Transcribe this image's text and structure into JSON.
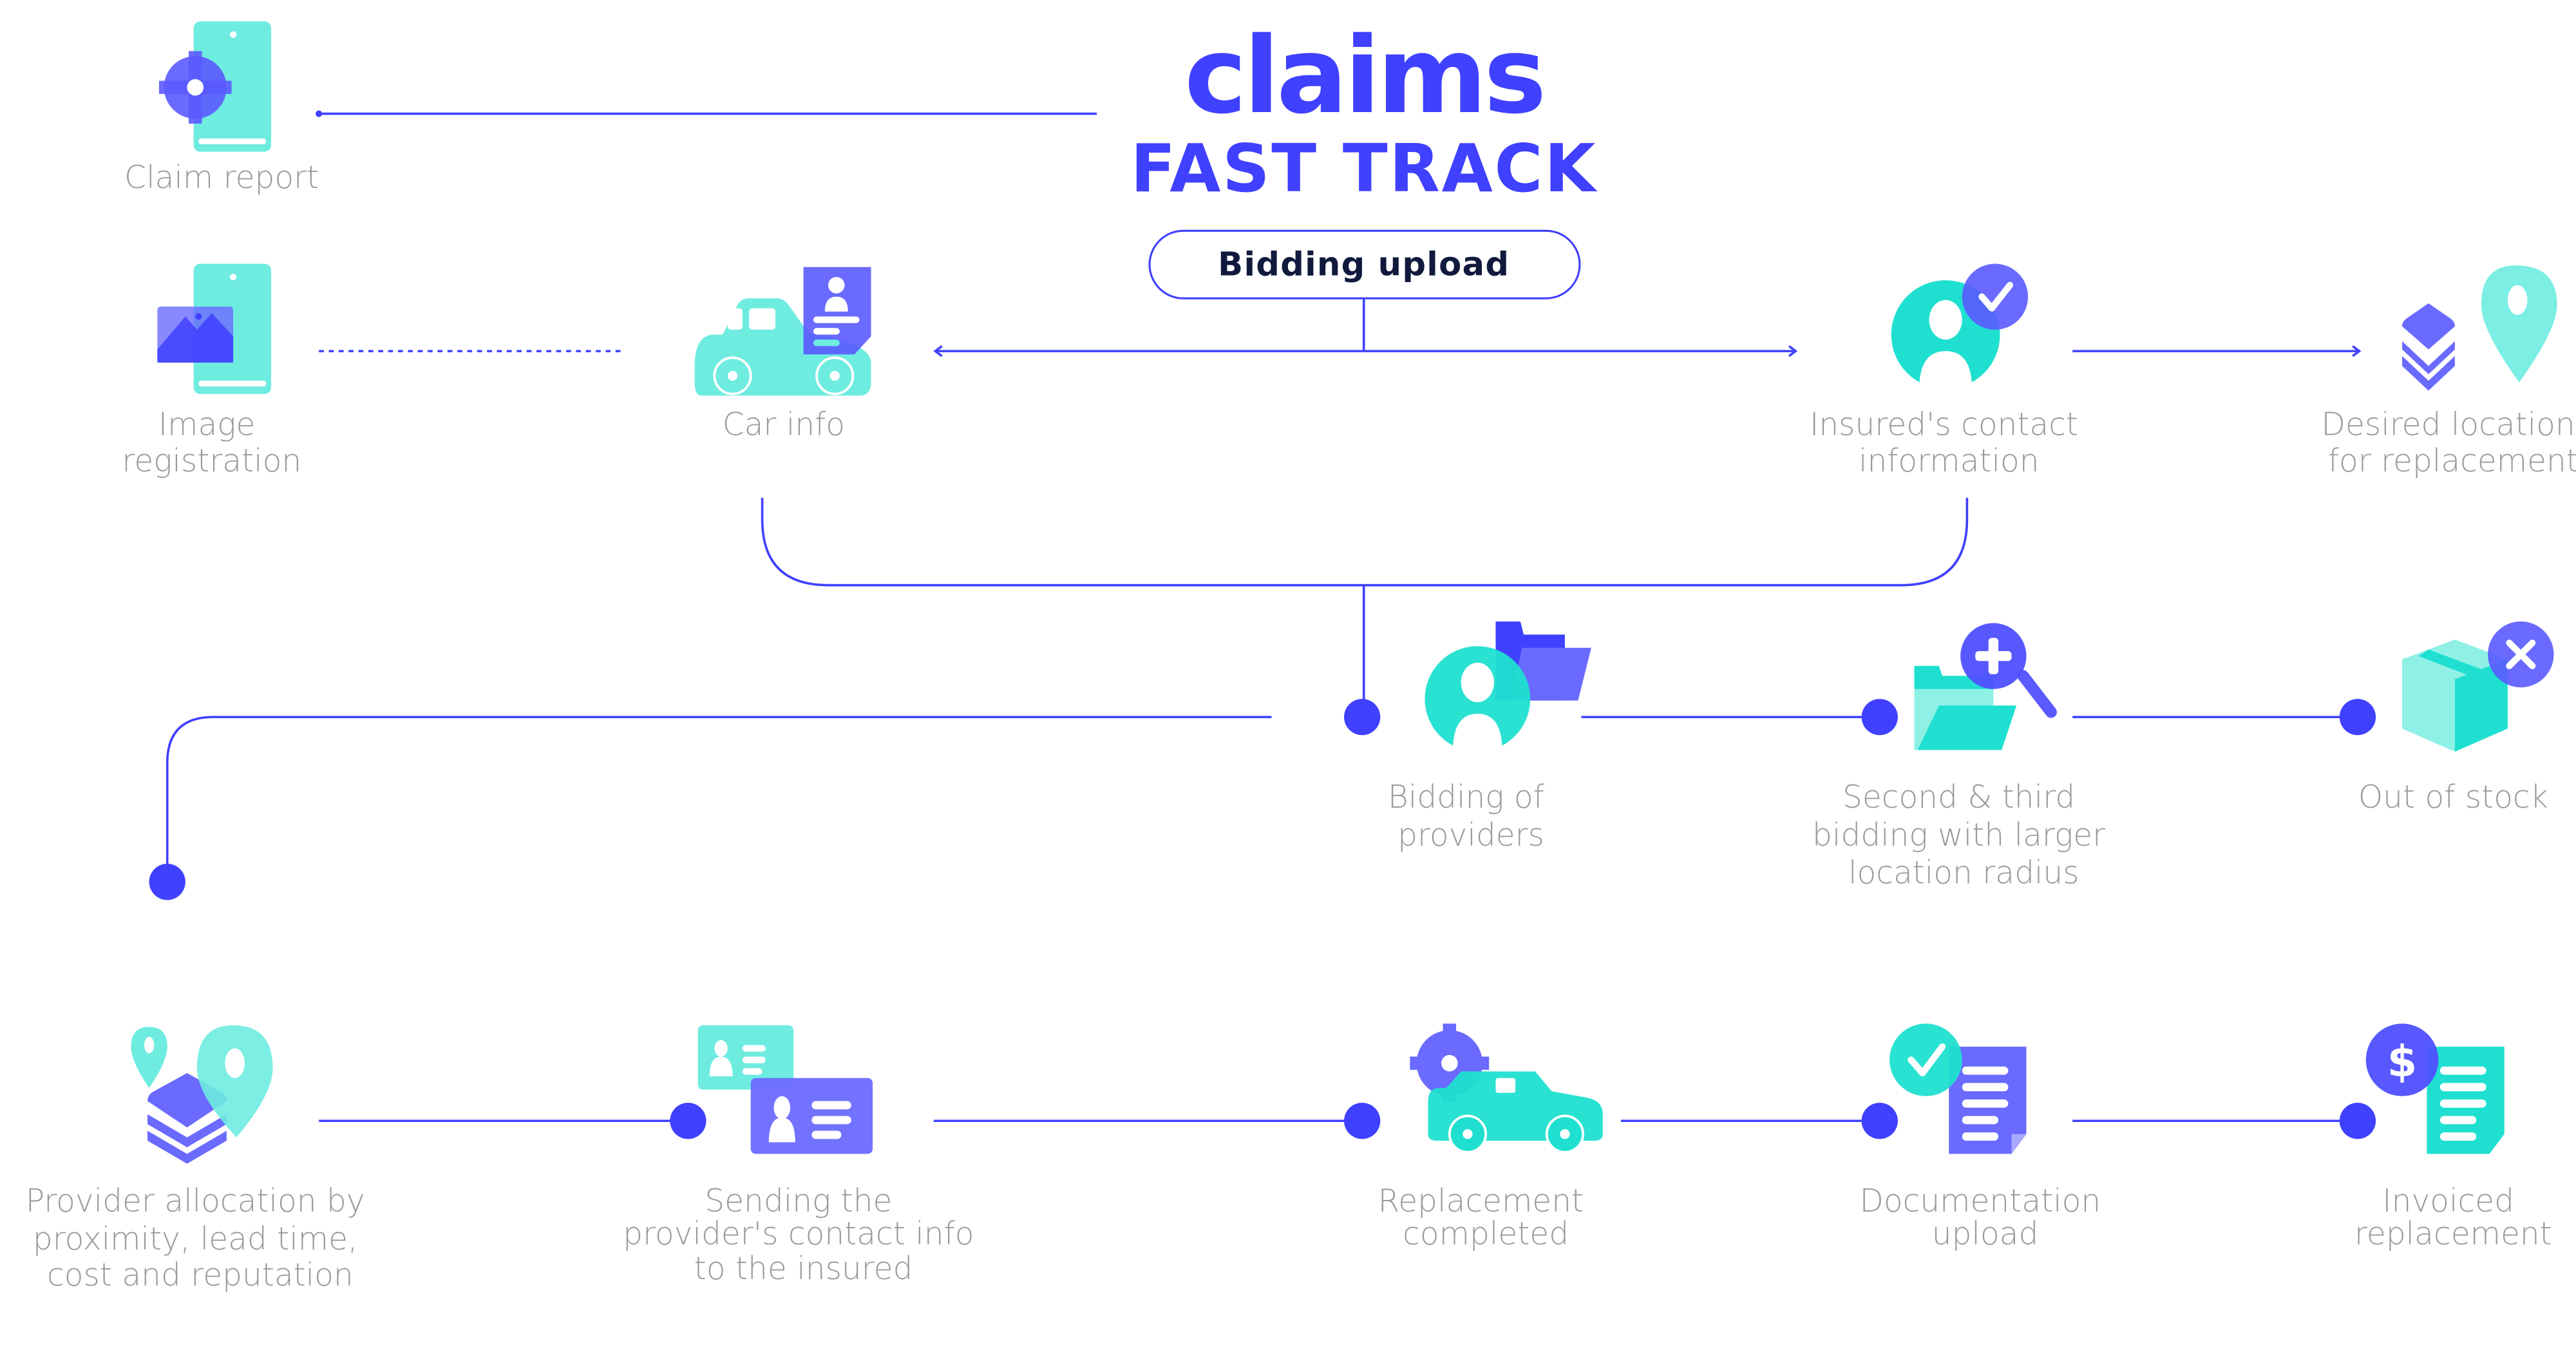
{
  "logo": {
    "line1": "claims",
    "line2": "FAST TRACK"
  },
  "stage_label": "Bidding upload",
  "colors": {
    "accent": "#4040ff",
    "teal": "#1fe0d0",
    "dark": "#0f1a3c",
    "label_gray": "#9a9a9a"
  },
  "nodes": {
    "claim_report": {
      "lines": [
        "Claim report"
      ],
      "icon": "phone-gear-icon"
    },
    "image_registration": {
      "lines": [
        "Image",
        "registration"
      ],
      "icon": "phone-image-icon"
    },
    "car_info": {
      "lines": [
        "Car info"
      ],
      "icon": "car-document-icon"
    },
    "insured_contact": {
      "lines": [
        "Insured's contact",
        "information"
      ],
      "icon": "user-check-icon"
    },
    "desired_location": {
      "lines": [
        "Desired location",
        "for replacement"
      ],
      "icon": "layers-location-icon"
    },
    "bidding_providers": {
      "lines": [
        "Bidding of",
        "providers"
      ],
      "icon": "user-folder-icon"
    },
    "second_third_bidding": {
      "lines": [
        "Second & third",
        "bidding with larger",
        "location radius"
      ],
      "icon": "folder-search-plus-icon"
    },
    "out_of_stock": {
      "lines": [
        "Out of stock"
      ],
      "icon": "box-x-icon"
    },
    "provider_allocation": {
      "lines": [
        "Provider allocation by",
        "proximity, lead time,",
        "cost and reputation"
      ],
      "icon": "layers-pins-icon"
    },
    "sending_contact": {
      "lines": [
        "Sending the",
        "provider's contact info",
        "to the insured"
      ],
      "icon": "contact-cards-icon"
    },
    "replacement_completed": {
      "lines": [
        "Replacement",
        "completed"
      ],
      "icon": "car-gear-icon"
    },
    "documentation_upload": {
      "lines": [
        "Documentation",
        "upload"
      ],
      "icon": "document-check-icon"
    },
    "invoiced_replacement": {
      "lines": [
        "Invoiced",
        "replacement"
      ],
      "icon": "invoice-dollar-icon"
    }
  }
}
